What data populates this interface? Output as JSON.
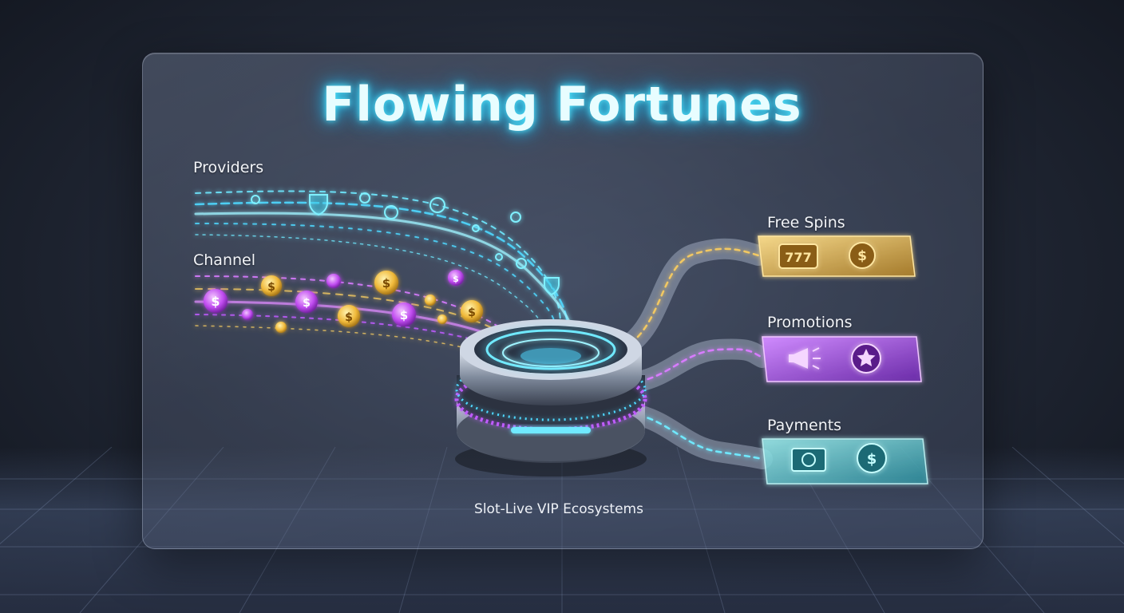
{
  "title": "Flowing Fortunes",
  "inputs": {
    "providers": "Providers",
    "channel": "Channel"
  },
  "outputs": {
    "free_spins": "Free Spins",
    "promotions": "Promotions",
    "payments": "Payments"
  },
  "caption": "Slot-Live VIP Ecosystems",
  "colors": {
    "cyan": "#4fe3ff",
    "purple": "#c05cff",
    "gold": "#f2c14e",
    "title_glow": "#2ac6f0"
  },
  "icons": {
    "free_spins": [
      "slot-reels-icon",
      "dollar-coin-icon"
    ],
    "promotions": [
      "megaphone-icon",
      "star-badge-icon"
    ],
    "payments": [
      "banknote-icon",
      "dollar-coin-icon"
    ]
  }
}
